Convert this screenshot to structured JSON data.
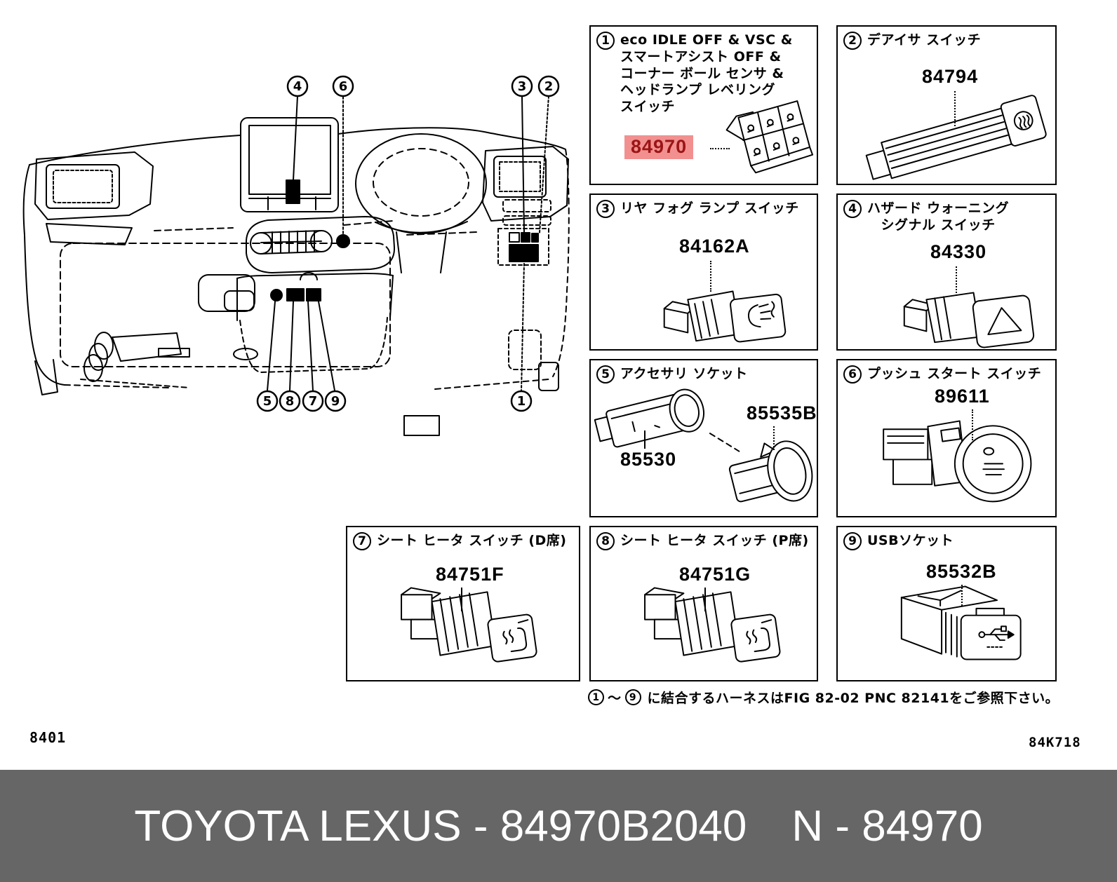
{
  "meta": {
    "page_code": "8401",
    "fig_code": "84K718"
  },
  "footer": {
    "left_text": "TOYOTA LEXUS - 84970B2040",
    "right_text": "N - 84970",
    "bg": "#666666",
    "fg": "#ffffff"
  },
  "note": {
    "start_num": "1",
    "tilde": "～",
    "end_num": "9",
    "text": "に結合するハーネスはFIG 82-02 PNC 82141をご参照下さい。"
  },
  "colors": {
    "highlight_bg": "#f29090",
    "highlight_fg": "#9b1515",
    "line": "#000000"
  },
  "diagram": {
    "callouts": {
      "n1": "1",
      "n2": "2",
      "n3": "3",
      "n4": "4",
      "n5": "5",
      "n6": "6",
      "n7": "7",
      "n8": "8",
      "n9": "9"
    }
  },
  "boxes": [
    {
      "num": "1",
      "title": "eco IDLE OFF & VSC &\nスマートアシスト OFF &\nコーナー ボール センサ &\nヘッドランプ レベリング\nスイッチ",
      "part": "84970",
      "highlighted": true
    },
    {
      "num": "2",
      "title": "デアイサ スイッチ",
      "part": "84794"
    },
    {
      "num": "3",
      "title": "リヤ フォグ ランプ スイッチ",
      "part": "84162A"
    },
    {
      "num": "4",
      "title": "ハザード ウォーニング\n　シグナル スイッチ",
      "part": "84330"
    },
    {
      "num": "5",
      "title": "アクセサリ ソケット",
      "part": "85530",
      "part2": "85535B"
    },
    {
      "num": "6",
      "title": "プッシュ スタート スイッチ",
      "part": "89611"
    },
    {
      "num": "7",
      "title": "シート ヒータ スイッチ (D席)",
      "part": "84751F"
    },
    {
      "num": "8",
      "title": "シート ヒータ スイッチ (P席)",
      "part": "84751G"
    },
    {
      "num": "9",
      "title": "USBソケット",
      "part": "85532B"
    }
  ]
}
